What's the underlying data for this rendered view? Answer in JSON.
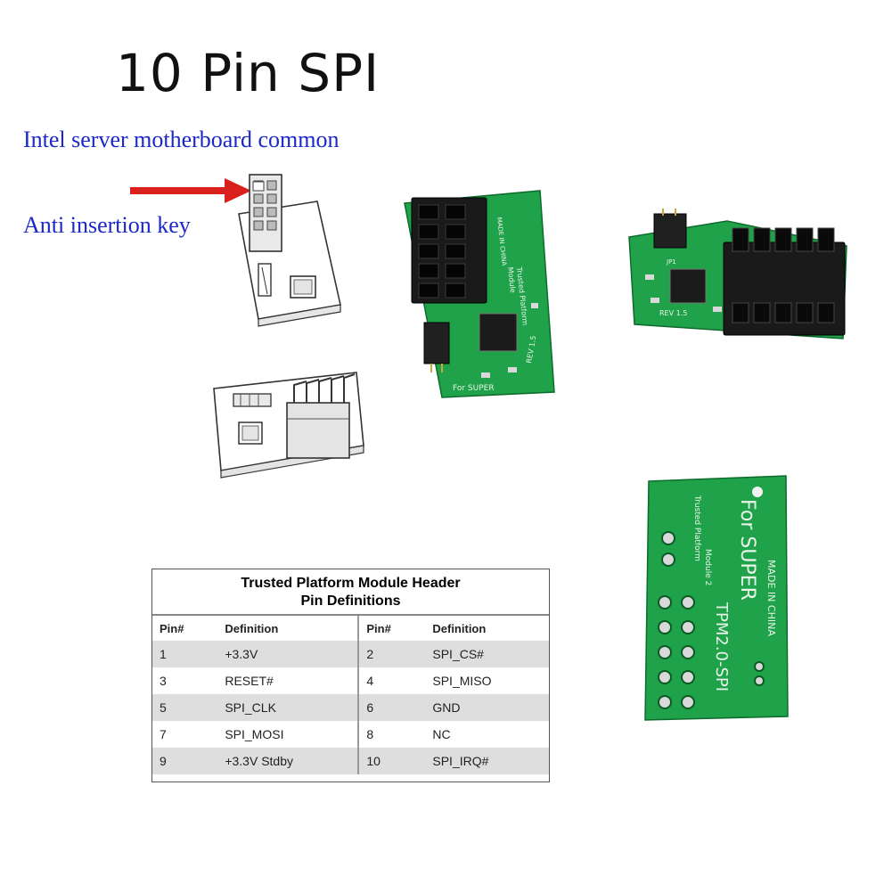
{
  "title": "10 Pin SPI",
  "subtitle": "Intel server motherboard common",
  "key_label": "Anti insertion key",
  "colors": {
    "blue_text": "#1a28c8",
    "pcb_green": "#1fa24a",
    "arrow_red": "#d9201c"
  },
  "table": {
    "title_line1": "Trusted Platform Module Header",
    "title_line2": "Pin Definitions",
    "col_pin": "Pin#",
    "col_def": "Definition",
    "rows": [
      {
        "pin_a": "1",
        "def_a": "+3.3V",
        "pin_b": "2",
        "def_b": "SPI_CS#"
      },
      {
        "pin_a": "3",
        "def_a": "RESET#",
        "pin_b": "4",
        "def_b": "SPI_MISO"
      },
      {
        "pin_a": "5",
        "def_a": "SPI_CLK",
        "pin_b": "6",
        "def_b": "GND"
      },
      {
        "pin_a": "7",
        "def_a": "SPI_MOSI",
        "pin_b": "8",
        "def_b": "NC"
      },
      {
        "pin_a": "9",
        "def_a": "+3.3V Stdby",
        "pin_b": "10",
        "def_b": "SPI_IRQ#"
      }
    ]
  },
  "boards": {
    "front_a": {
      "silk_1": "Trusted Platform",
      "silk_2": "Module",
      "silk_3": "MADE IN CHINA",
      "silk_4": "For SUPER",
      "silk_5": "REV 1.5"
    },
    "front_b": {
      "silk_1": "REV 1.5",
      "silk_2": "JP1"
    },
    "back": {
      "silk_1": "For SUPER",
      "silk_2": "MADE IN CHINA",
      "silk_3": "TPM2.0-SPI",
      "silk_4": "Trusted Platform",
      "silk_5": "Module 2"
    }
  }
}
